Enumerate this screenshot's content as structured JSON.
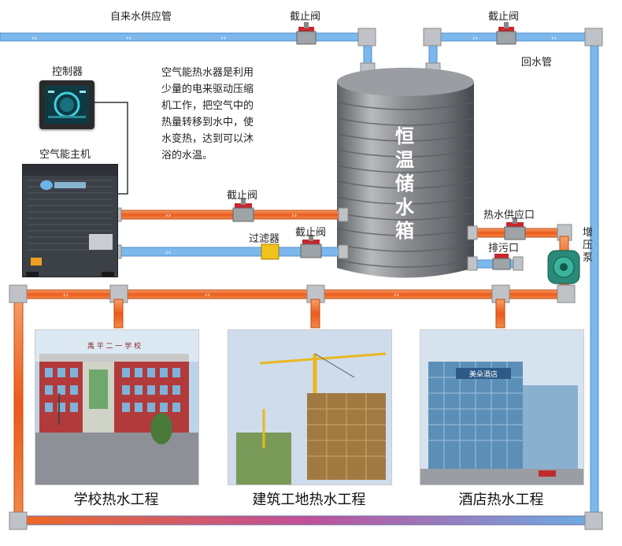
{
  "labels": {
    "tap_water_pipe": "自来水供应管",
    "valve_top_left": "截止阀",
    "valve_top_right": "截止阀",
    "return_pipe": "回水管",
    "controller": "控制器",
    "air_unit": "空气能主机",
    "valve_middle": "截止阀",
    "filter": "过滤器",
    "valve_lower": "截止阀",
    "hot_water_outlet": "热水供应口",
    "drain_outlet": "排污口",
    "booster_pump": "增压泵"
  },
  "description_lines": [
    "空气能热水器是利用",
    "少量的电来驱动压缩",
    "机工作，把空气中的",
    "热量转移到水中，使",
    "水变热，达到可以沐",
    "浴的水温。"
  ],
  "tank_label": [
    "恒",
    "温",
    "储",
    "水",
    "箱"
  ],
  "projects": [
    {
      "caption": "学校热水工程",
      "sign": "禹 平 二 一 学 校"
    },
    {
      "caption": "建筑工地热水工程"
    },
    {
      "caption": "酒店热水工程",
      "sign": "美朵酒店"
    }
  ],
  "colors": {
    "cold_pipe": "#6aaee6",
    "hot_pipe": "#ee6a22",
    "valve_red": "#c8262c",
    "tank": "#7d7f82"
  }
}
